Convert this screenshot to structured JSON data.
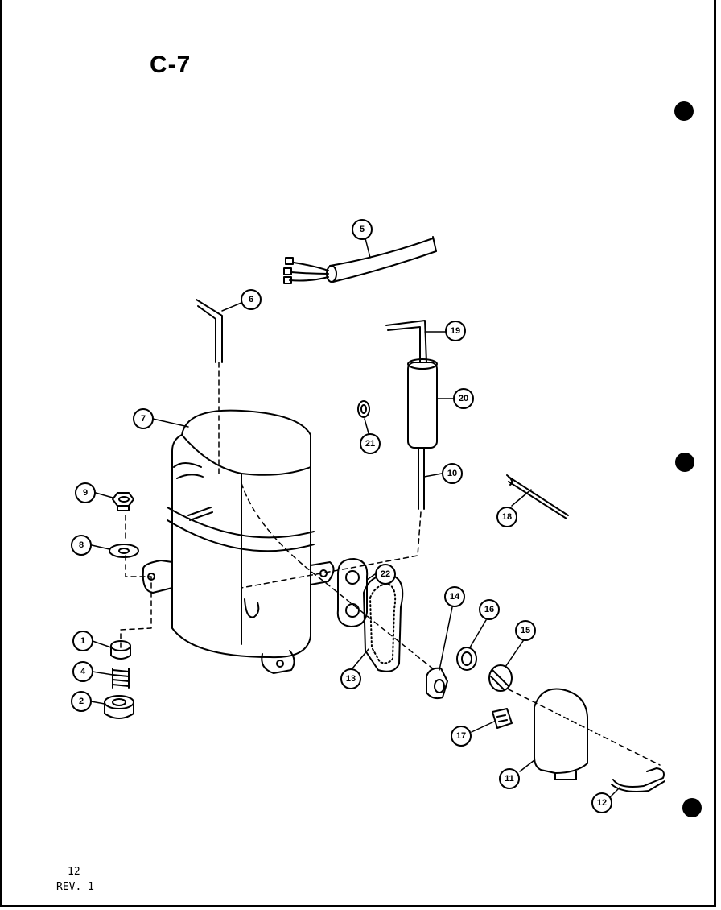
{
  "sheet": {
    "title": "C-7",
    "page_number": "12",
    "revision": "REV. 1"
  },
  "callouts": {
    "c1": "1",
    "c2": "2",
    "c4": "4",
    "c5": "5",
    "c6": "6",
    "c7": "7",
    "c8": "8",
    "c9": "9",
    "c10": "10",
    "c11": "11",
    "c12": "12",
    "c13": "13",
    "c14": "14",
    "c15": "15",
    "c16": "16",
    "c17": "17",
    "c18": "18",
    "c19": "19",
    "c20": "20",
    "c21": "21",
    "c22": "22"
  },
  "colors": {
    "ink": "#000000",
    "paper": "#ffffff"
  }
}
